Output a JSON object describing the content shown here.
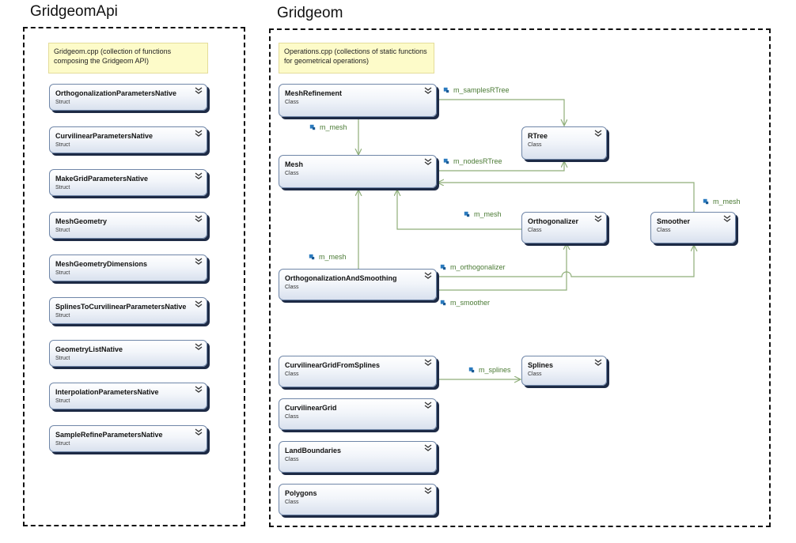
{
  "regions": {
    "api": {
      "title": "GridgeomApi"
    },
    "gridgeom": {
      "title": "Gridgeom"
    }
  },
  "notes": {
    "api": "Gridgeom.cpp (collection of functions composing the Gridgeom API)",
    "gridgeom": "Operations.cpp (collections of static functions for geometrical operations)"
  },
  "structs": [
    {
      "name": "OrthogonalizationParametersNative",
      "kind": "Struct"
    },
    {
      "name": "CurvilinearParametersNative",
      "kind": "Struct"
    },
    {
      "name": "MakeGridParametersNative",
      "kind": "Struct"
    },
    {
      "name": "MeshGeometry",
      "kind": "Struct"
    },
    {
      "name": "MeshGeometryDimensions",
      "kind": "Struct"
    },
    {
      "name": "SplinesToCurvilinearParametersNative",
      "kind": "Struct"
    },
    {
      "name": "GeometryListNative",
      "kind": "Struct"
    },
    {
      "name": "InterpolationParametersNative",
      "kind": "Struct"
    },
    {
      "name": "SampleRefineParametersNative",
      "kind": "Struct"
    }
  ],
  "classes": {
    "mesh_refinement": {
      "name": "MeshRefinement",
      "kind": "Class"
    },
    "rtree": {
      "name": "RTree",
      "kind": "Class"
    },
    "mesh": {
      "name": "Mesh",
      "kind": "Class"
    },
    "orthogonalizer": {
      "name": "Orthogonalizer",
      "kind": "Class"
    },
    "smoother": {
      "name": "Smoother",
      "kind": "Class"
    },
    "orth_and_smoothing": {
      "name": "OrthogonalizationAndSmoothing",
      "kind": "Class"
    },
    "curv_grid_from_splines": {
      "name": "CurvilinearGridFromSplines",
      "kind": "Class"
    },
    "splines": {
      "name": "Splines",
      "kind": "Class"
    },
    "curvilinear_grid": {
      "name": "CurvilinearGrid",
      "kind": "Class"
    },
    "land_boundaries": {
      "name": "LandBoundaries",
      "kind": "Class"
    },
    "polygons": {
      "name": "Polygons",
      "kind": "Class"
    }
  },
  "associations": {
    "samples_rtree": "m_samplesRTree",
    "refinement_mesh": "m_mesh",
    "nodes_rtree": "m_nodesRTree",
    "orthogonalizer_mesh": "m_mesh",
    "smoother_mesh": "m_mesh",
    "orth_smoothing_mesh": "m_mesh",
    "orthogonalizer": "m_orthogonalizer",
    "smoother": "m_smoother",
    "splines": "m_splines"
  },
  "colors": {
    "connector": "#8fae79",
    "label": "#4a7a34",
    "note_fill": "#fdfbc9",
    "shape_border": "#6f86a8",
    "shape_shadow": "#1d2a45"
  },
  "icons": {
    "chevron": "double-chevron-down-icon",
    "field": "field-icon"
  }
}
